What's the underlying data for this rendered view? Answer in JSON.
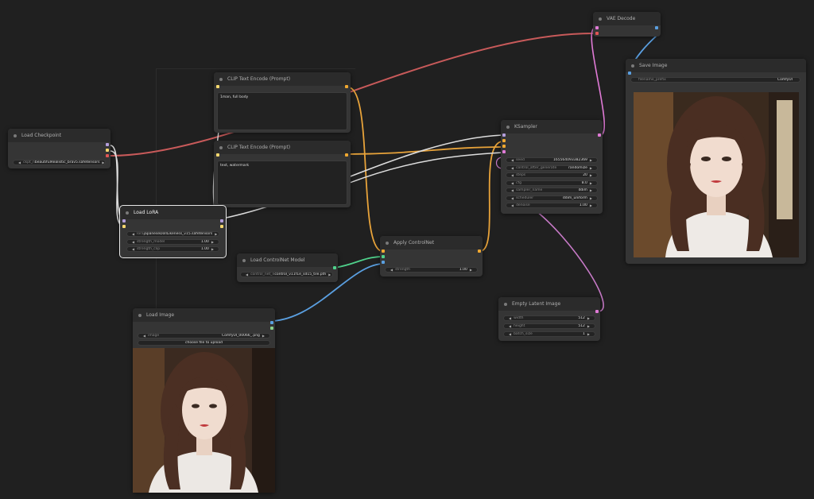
{
  "nodes": {
    "vae_decode": {
      "title": "VAE Decode"
    },
    "save_image": {
      "title": "Save Image",
      "filename_prefix": {
        "name": "filename_prefix",
        "value": "ComfyUI"
      }
    },
    "clip_text_pos": {
      "title": "CLIP Text Encode (Prompt)",
      "text": "1man, full body"
    },
    "clip_text_neg": {
      "title": "CLIP Text Encode (Prompt)",
      "text": "text, watermark"
    },
    "load_checkpoint": {
      "title": "Load Checkpoint",
      "ckpt_name": {
        "name": "ckpt_n",
        "value": "beautifulRealistic_brav5.safetensors"
      }
    },
    "load_lora": {
      "title": "Load LoRA",
      "lora_name": {
        "name": "lora",
        "value": "japaneseDollLikeness_v15.safetensors"
      },
      "strength_model": {
        "name": "strength_model",
        "value": "1.00"
      },
      "strength_clip": {
        "name": "strength_clip",
        "value": "1.00"
      }
    },
    "ksampler": {
      "title": "KSampler",
      "widgets": [
        {
          "name": "seed",
          "value": "165564093382369"
        },
        {
          "name": "control_after_generate",
          "value": "randomize"
        },
        {
          "name": "steps",
          "value": "20"
        },
        {
          "name": "cfg",
          "value": "8.0"
        },
        {
          "name": "sampler_name",
          "value": "ddim"
        },
        {
          "name": "scheduler",
          "value": "ddim_uniform"
        },
        {
          "name": "denoise",
          "value": "1.00"
        }
      ]
    },
    "apply_controlnet": {
      "title": "Apply ControlNet",
      "strength": {
        "name": "strength",
        "value": "1.00"
      }
    },
    "load_controlnet": {
      "title": "Load ControlNet Model",
      "control_net_name": {
        "name": "control_net_n",
        "value": "control_v11f1e_sd15_tile.pth"
      }
    },
    "empty_latent": {
      "title": "Empty Latent Image",
      "width": {
        "name": "width",
        "value": "512"
      },
      "height": {
        "name": "height",
        "value": "512"
      },
      "batch_size": {
        "name": "batch_size",
        "value": "1"
      }
    },
    "load_image": {
      "title": "Load Image",
      "image": {
        "name": "image",
        "value": "ComfyUI_00066_.png"
      },
      "upload_label": "choose file to upload"
    }
  },
  "colors": {
    "canvas_bg": "#202020",
    "node_bg": "#353535",
    "node_header": "#2b2b2b",
    "link_model": "#b39ddb",
    "link_clip": "#f5d76e",
    "link_vae": "#e05555",
    "link_conditioning": "#f0a830",
    "link_latent": "#e07ad6",
    "link_image": "#5a9fe0",
    "link_controlnet": "#4fd18b",
    "link_text": "#dddddd"
  },
  "icons": {
    "collapse": "collapse-dot-icon",
    "decrement": "arrow-left-icon",
    "increment": "arrow-right-icon"
  }
}
